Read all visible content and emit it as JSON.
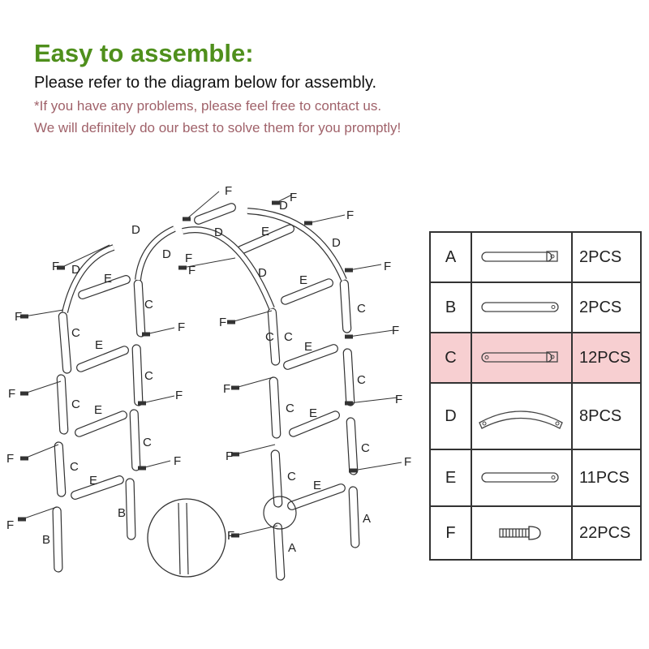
{
  "header": {
    "title": "Easy to assemble:",
    "subtitle": "Please refer to the diagram below for assembly.",
    "note_line1": "*If you have any problems, please feel free to contact us.",
    "note_line2": "We will definitely do our best to solve them for you promptly!"
  },
  "colors": {
    "title": "#4f8f1c",
    "note": "#a0626a",
    "highlight_row": "#f7cfd1"
  },
  "diagram_labels": {
    "a": "A",
    "b": "B",
    "c": "C",
    "d": "D",
    "e": "E",
    "f": "F"
  },
  "parts": [
    {
      "letter": "A",
      "qty": "2PCS",
      "highlighted": false
    },
    {
      "letter": "B",
      "qty": "2PCS",
      "highlighted": false
    },
    {
      "letter": "C",
      "qty": "12PCS",
      "highlighted": true
    },
    {
      "letter": "D",
      "qty": "8PCS",
      "highlighted": false
    },
    {
      "letter": "E",
      "qty": "11PCS",
      "highlighted": false
    },
    {
      "letter": "F",
      "qty": "22PCS",
      "highlighted": false
    }
  ]
}
